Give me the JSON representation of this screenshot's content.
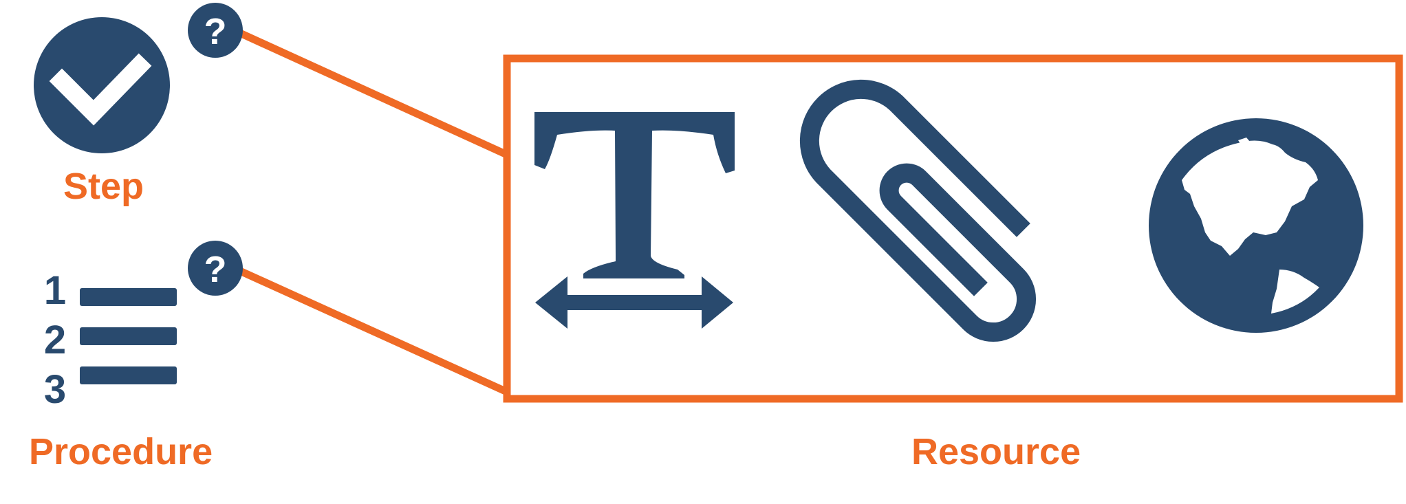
{
  "labels": {
    "step": "Step",
    "procedure": "Procedure",
    "resource": "Resource"
  },
  "badges": {
    "step_help": "?",
    "procedure_help": "?"
  },
  "procedure_numbers": [
    "1",
    "2",
    "3"
  ],
  "icons": {
    "step": "check-circle-icon",
    "procedure": "numbered-list-icon",
    "help": "question-circle-icon",
    "resource_text": "text-width-icon",
    "resource_attachment": "paperclip-icon",
    "resource_web": "globe-icon"
  },
  "colors": {
    "accent": "#ef6a25",
    "icon": "#294a6e",
    "background": "#ffffff"
  }
}
